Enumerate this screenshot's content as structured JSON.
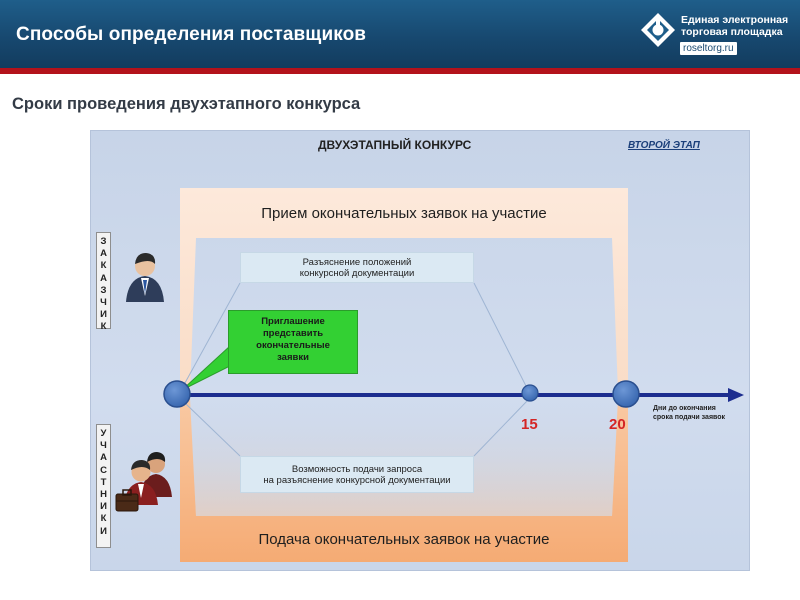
{
  "header": {
    "title": "Способы определения поставщиков",
    "logo_line1": "Единая электронная",
    "logo_line2": "торговая площадка",
    "logo_url": "roseltorg.ru"
  },
  "subtitle": "Сроки проведения двухэтапного конкурса",
  "diagram": {
    "title": "ДВУХЭТАПНЫЙ КОНКУРС",
    "stage": "ВТОРОЙ ЭТАП",
    "top_band": "Прием окончательных заявок на участие",
    "bottom_band": "Подача окончательных заявок на участие",
    "box_top": [
      "Разъяснение положений",
      "конкурсной документации"
    ],
    "box_bottom": [
      "Возможность подачи запроса",
      "на разъяснение конкурсной документации"
    ],
    "green_box": [
      "Приглашение",
      "представить",
      "окончательные",
      "заявки"
    ],
    "customer_letters": [
      "З",
      "А",
      "К",
      "А",
      "З",
      "Ч",
      "И",
      "К"
    ],
    "participant_letters": [
      "У",
      "Ч",
      "А",
      "С",
      "Т",
      "Н",
      "И",
      "К",
      "И"
    ],
    "day_15": "15",
    "day_20": "20",
    "axis_note": [
      "Дни до окончания",
      "срока подачи заявок"
    ]
  },
  "colors": {
    "header": "#17486f",
    "accent_red": "#b3121b",
    "band_peach": "#fbe3d2",
    "band_orange": "#f7ba8c",
    "axis": "#1c2d8f",
    "node": "#3f6ebb",
    "green": "#33d033",
    "day_label": "#d42525"
  }
}
